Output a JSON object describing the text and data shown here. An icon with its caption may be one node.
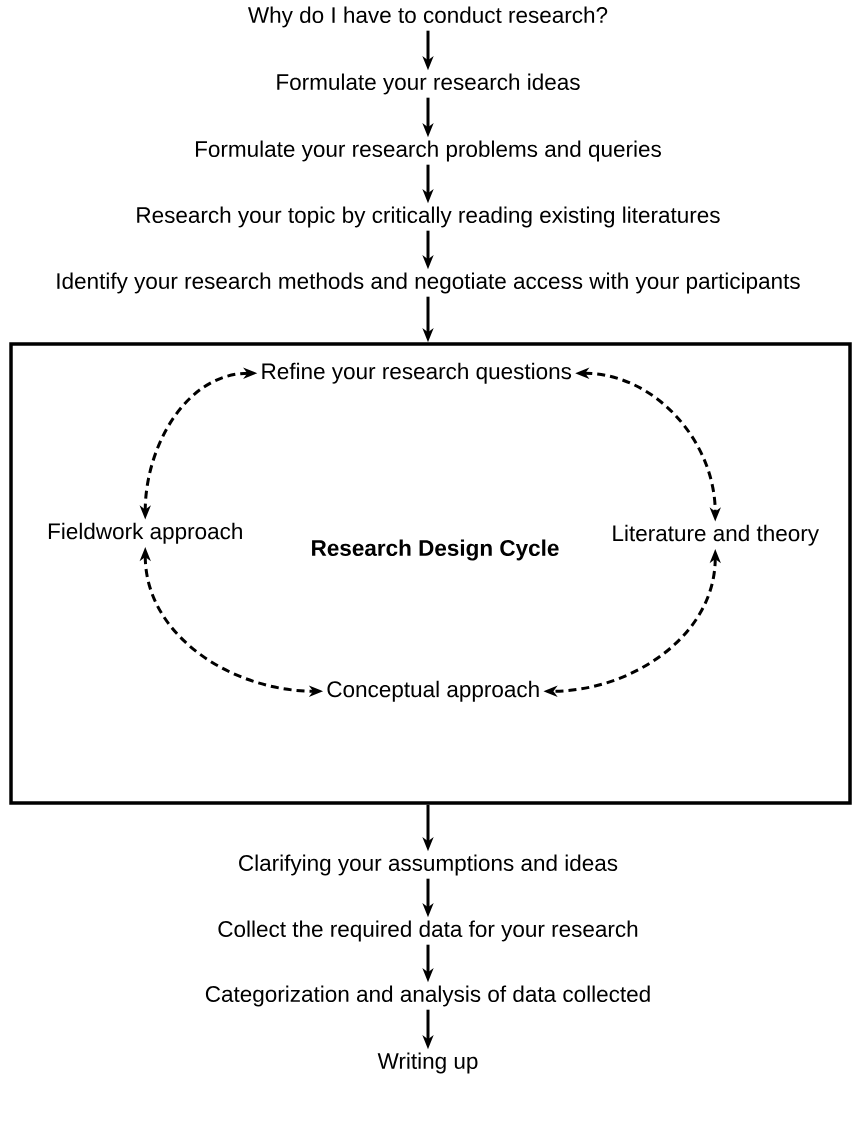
{
  "diagram": {
    "nodes": [
      {
        "text": [
          "Why do I have to conduct research?"
        ]
      },
      {
        "text": [
          "Formulate your research ideas"
        ]
      },
      {
        "text": [
          "Formulate your research problems and queries"
        ]
      },
      {
        "text": [
          "Research your topic by critically reading existing literatures"
        ]
      },
      {
        "text": [
          "Identify your research methods and negotiate access with your participants"
        ]
      },
      {
        "text": [
          "Research Design Cycle"
        ]
      },
      {
        "text": [
          "Refine your research questions"
        ],
        "in": 5
      },
      {
        "text": [
          "Fieldwork approach"
        ],
        "in": 5
      },
      {
        "text": [
          "Literature and theory"
        ],
        "in": 5
      },
      {
        "text": [
          "Conceptual approach"
        ],
        "in": 5
      },
      {
        "text": [
          "Clarifying your assumptions and ideas"
        ]
      },
      {
        "text": [
          "Collect the required data for your research"
        ]
      },
      {
        "text": [
          "Categorization and analysis of data collected"
        ]
      },
      {
        "text": [
          "Writing up"
        ]
      }
    ],
    "edges": [
      {
        "from": 0,
        "to": 1,
        "arrow": "to"
      },
      {
        "from": 1,
        "to": 2,
        "arrow": "to"
      },
      {
        "from": 2,
        "to": 3,
        "arrow": "to"
      },
      {
        "from": 3,
        "to": 4,
        "arrow": "to"
      },
      {
        "from": 4,
        "to": 5,
        "arrow": "to"
      },
      {
        "from": 6,
        "to": 7,
        "arrow": "both",
        "style": "dashed"
      },
      {
        "from": 6,
        "to": 8,
        "arrow": "both",
        "style": "dashed"
      },
      {
        "from": 7,
        "to": 9,
        "arrow": "both",
        "style": "dashed"
      },
      {
        "from": 8,
        "to": 9,
        "arrow": "both",
        "style": "dashed"
      },
      {
        "from": 5,
        "to": 10,
        "arrow": "to"
      },
      {
        "from": 10,
        "to": 11,
        "arrow": "to"
      },
      {
        "from": 11,
        "to": 12,
        "arrow": "to"
      },
      {
        "from": 12,
        "to": 13,
        "arrow": "to"
      }
    ]
  }
}
